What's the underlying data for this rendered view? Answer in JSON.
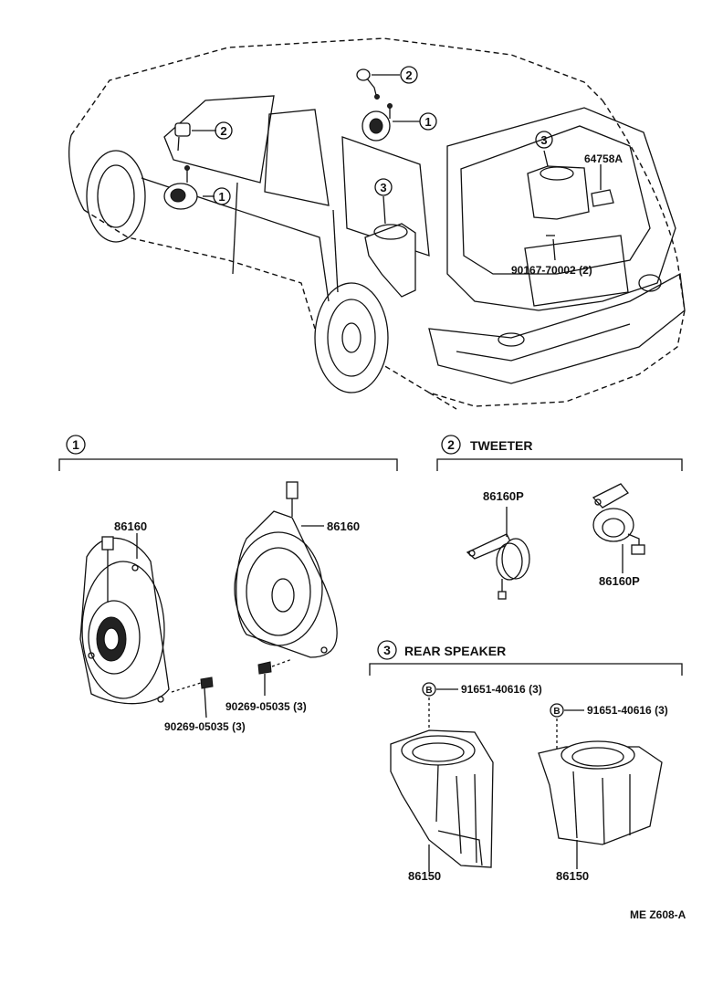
{
  "diagram": {
    "callouts": {
      "c1": "1",
      "c2": "2",
      "c3": "3"
    },
    "car_labels": {
      "bolt_bracket": "64758A",
      "screw_hatch": "90167-70002 (2)"
    },
    "sections": {
      "s1": {
        "number": "1",
        "title": ""
      },
      "s2": {
        "number": "2",
        "title": "TWEETER"
      },
      "s3": {
        "number": "3",
        "title": "REAR SPEAKER"
      }
    },
    "parts": {
      "speaker_left": "86160",
      "speaker_right": "86160",
      "screw_left": "90269-05035 (3)",
      "screw_right": "90269-05035 (3)",
      "tweeter_top": "86160P",
      "tweeter_bottom": "86160P",
      "clip_left": "91651-40616 (3)",
      "clip_right": "91651-40616 (3)",
      "rear_left": "86150",
      "rear_right": "86150"
    },
    "clip_marker": "B",
    "footer_code": "ME  Z608-A"
  }
}
